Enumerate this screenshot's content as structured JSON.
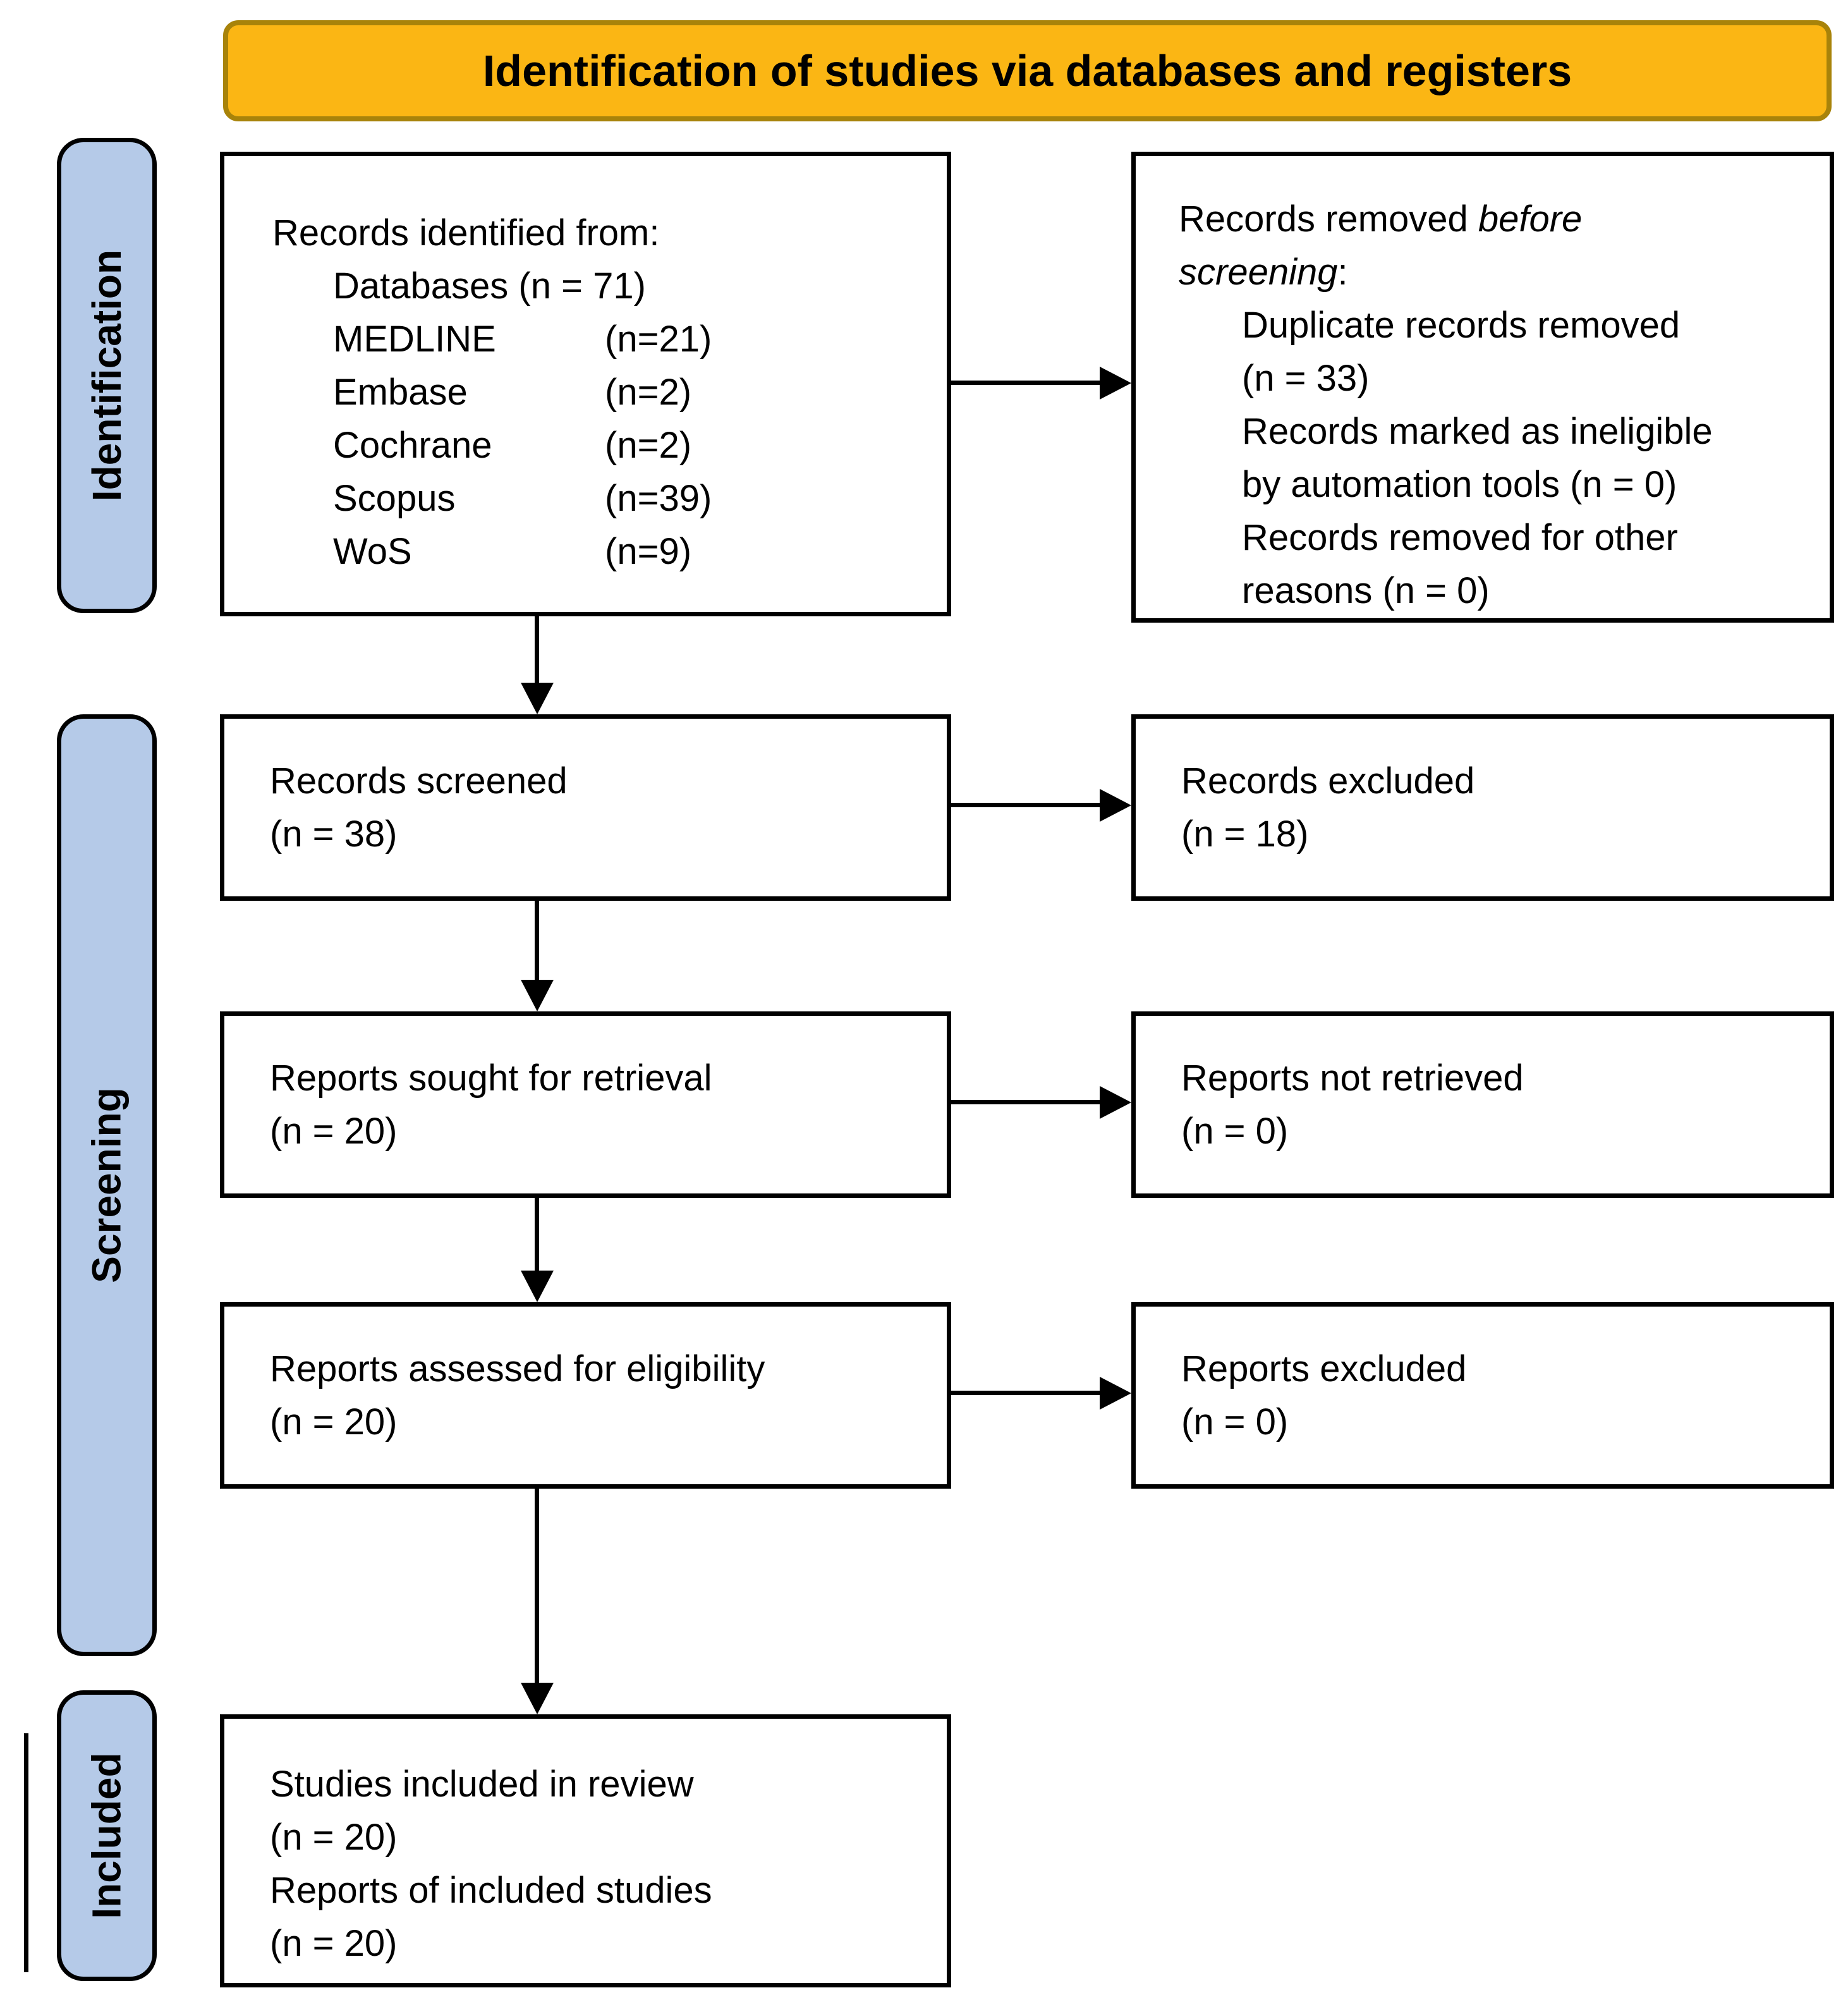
{
  "title": "Identification of studies via databases and registers",
  "stages": [
    {
      "label": "Identification"
    },
    {
      "label": "Screening"
    },
    {
      "label": "Included"
    }
  ],
  "boxes": {
    "records_identified": {
      "heading": "Records identified from:",
      "databases_total": "Databases (n = 71)",
      "sources": [
        {
          "label": "MEDLINE",
          "count": "(n=21)"
        },
        {
          "label": "Embase",
          "count": "(n=2)"
        },
        {
          "label": "Cochrane",
          "count": "(n=2)"
        },
        {
          "label": "Scopus",
          "count": "(n=39)"
        },
        {
          "label": "WoS",
          "count": "(n=9)"
        }
      ]
    },
    "records_removed": {
      "heading_prefix": "Records removed ",
      "heading_italic": "before screening",
      "heading_suffix": ":",
      "items": [
        "Duplicate records removed (n = 33)",
        "Records marked as ineligible by automation tools (n = 0)",
        "Records removed for other reasons (n = 0)"
      ]
    },
    "records_screened": {
      "label": "Records screened",
      "count": "(n = 38)"
    },
    "records_excluded": {
      "label": "Records excluded",
      "count": "(n = 18)"
    },
    "reports_sought": {
      "label": "Reports sought for retrieval",
      "count": "(n = 20)"
    },
    "reports_not_retrieved": {
      "label": "Reports not retrieved",
      "count": "(n = 0)"
    },
    "reports_assessed": {
      "label": "Reports assessed for eligibility",
      "count": "(n = 20)"
    },
    "reports_excluded": {
      "label": "Reports excluded",
      "count": "(n = 0)"
    },
    "studies_included": {
      "line1": "Studies included in review",
      "line2": "(n = 20)",
      "line3": "Reports of included studies",
      "line4": "(n = 20)"
    }
  },
  "colors": {
    "title_fill": "#FBB614",
    "title_border": "#A8830A",
    "stage_fill": "#B5CAE8",
    "line_color": "#000000",
    "box_background": "#FFFFFF"
  }
}
